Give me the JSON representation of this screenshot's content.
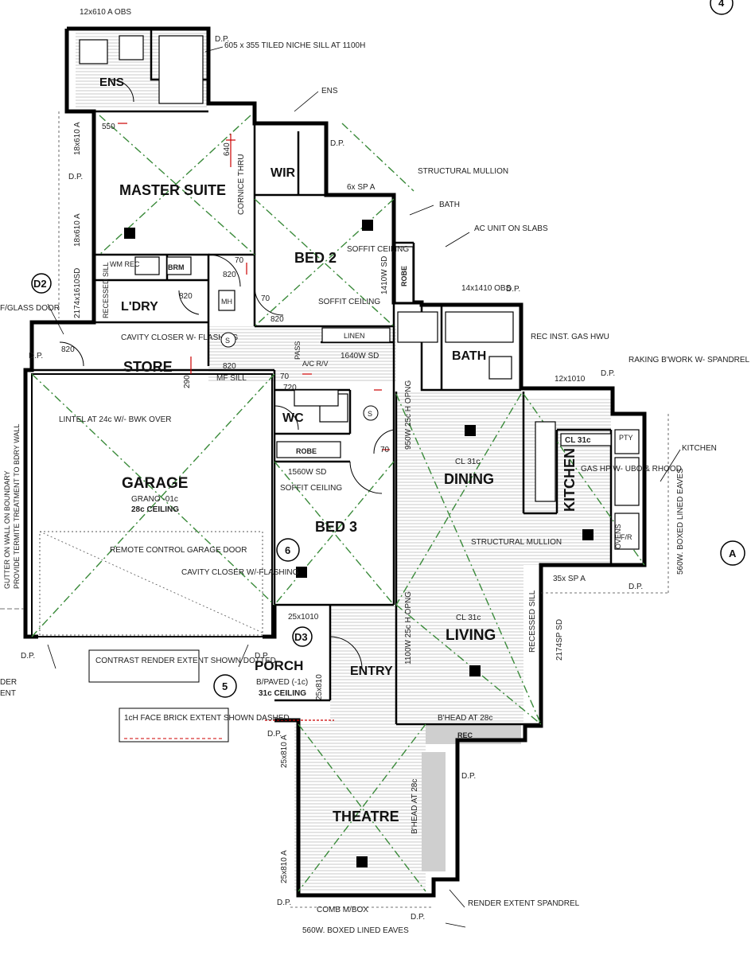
{
  "rooms": {
    "ens": "ENS",
    "master_suite": "MASTER SUITE",
    "wir": "WIR",
    "bed2": "BED 2",
    "bath": "BATH",
    "ldry": "L'DRY",
    "store": "STORE",
    "garage": "GARAGE",
    "wc": "WC",
    "dining": "DINING",
    "kitchen": "KITCHEN",
    "bed3": "BED 3",
    "living": "LIVING",
    "porch": "PORCH",
    "entry": "ENTRY",
    "theatre": "THEATRE"
  },
  "fixtures": {
    "wm_rec": "WM REC",
    "brm": "BRM",
    "mh": "MH",
    "linen": "LINEN",
    "robe_bed2": "ROBE",
    "robe_bed3": "ROBE",
    "rec_living": "REC",
    "pty": "PTY",
    "ovens": "OVENS",
    "fr": "F/R",
    "rec_ldry": "RECESSED SILL",
    "pass": "PASS",
    "ac_rv": "A/C R/V"
  },
  "ceilings": {
    "garage_level": "GRANO -01c",
    "garage_ceiling": "28c CEILING",
    "dining_cl": "CL 31c",
    "kitchen_cl": "CL 31c",
    "living_cl": "CL 31c",
    "porch_paved": "B/PAVED (-1c)",
    "porch_ceiling": "31c CEILING",
    "bhead_living": "B'HEAD AT 28c",
    "bhead_theatre": "B'HEAD AT 28c",
    "soffit_bed2": "SOFFIT CEILING",
    "soffit_hall": "SOFFIT CEILING",
    "soffit_bed3": "SOFFIT CEILING"
  },
  "notes": {
    "top_window": "12x610 A OBS",
    "niche": "605 x 355 TILED NICHE SILL AT 1100H",
    "dp": "D.P.",
    "ens_callout": "ENS",
    "structural_mullion_top": "STRUCTURAL MULLION",
    "bath_callout": "BATH",
    "ac_unit": "AC UNIT ON SLABS",
    "bath_window": "14x1410 OBS",
    "rec_gas": "REC INST. GAS HWU",
    "raking": "RAKING B'WORK W- SPANDREL",
    "kitchen_window": "12x1010",
    "kitchen_callout": "KITCHEN",
    "gas_hp": "GAS HP W- UBO & RHOOD",
    "boxed_eaves_right": "560W. BOXED LINED EAVES",
    "sp_living": "35x SP A",
    "structural_mullion_living": "STRUCTURAL MULLION",
    "recessed_sill_living": "RECESSED SILL",
    "sp_vertical": "2174SP SD",
    "cavity_closer_store": "CAVITY CLOSER W- FLASHING",
    "lintel": "LINTEL AT 24c W/- BWK OVER",
    "remote_door": "REMOTE CONTROL GARAGE DOOR",
    "cavity_closer_garage": "CAVITY CLOSER W/-FLASHING",
    "contrast_render": "CONTRAST RENDER EXTENT SHOWN DOTTED",
    "face_brick": "1cH FACE BRICK EXTENT SHOWN DASHED",
    "render_extent": "RENDER EXTENT SPANDREL",
    "comb_mbox": "COMB M/BOX",
    "boxed_eaves_bottom": "560W. BOXED LINED EAVES",
    "mf_sill": "MF SILL",
    "glass_door": "F/GLASS DOOR",
    "dim_550": "550",
    "dim_640": "640",
    "dim_820": "820",
    "dim_70": "70",
    "dim_720": "720",
    "dim_290": "290",
    "sp_bed2": "6x SP A",
    "window_porch": "25x1010",
    "bed2_sd": "1410W SD",
    "linen_sd": "1640W SD",
    "robe_sd": "1560W SD",
    "opng_dining": "950W 25c H OPNG",
    "opng_living": "1100W 25c H OPNG",
    "ldry_window": "2174x1610SD",
    "master_win_a": "18x610 A",
    "master_win_b": "18x610 A",
    "theatre_win_a": "25x810 A",
    "theatre_win_b": "25x810 A",
    "porch_win": "25x810",
    "cornice": "CORNICE THRU",
    "gutter_left": "GUTTER ON WALL ON BOUNDARY",
    "termite_left": "PROVIDE TERMITE TREATMENT TO BDRY WALL",
    "der": "DER",
    "ent": "ENT"
  },
  "callouts": {
    "d2": "D2",
    "d3": "D3",
    "a": "A",
    "four": "4",
    "five": "5",
    "six": "6",
    "s1": "S",
    "s2": "S"
  }
}
